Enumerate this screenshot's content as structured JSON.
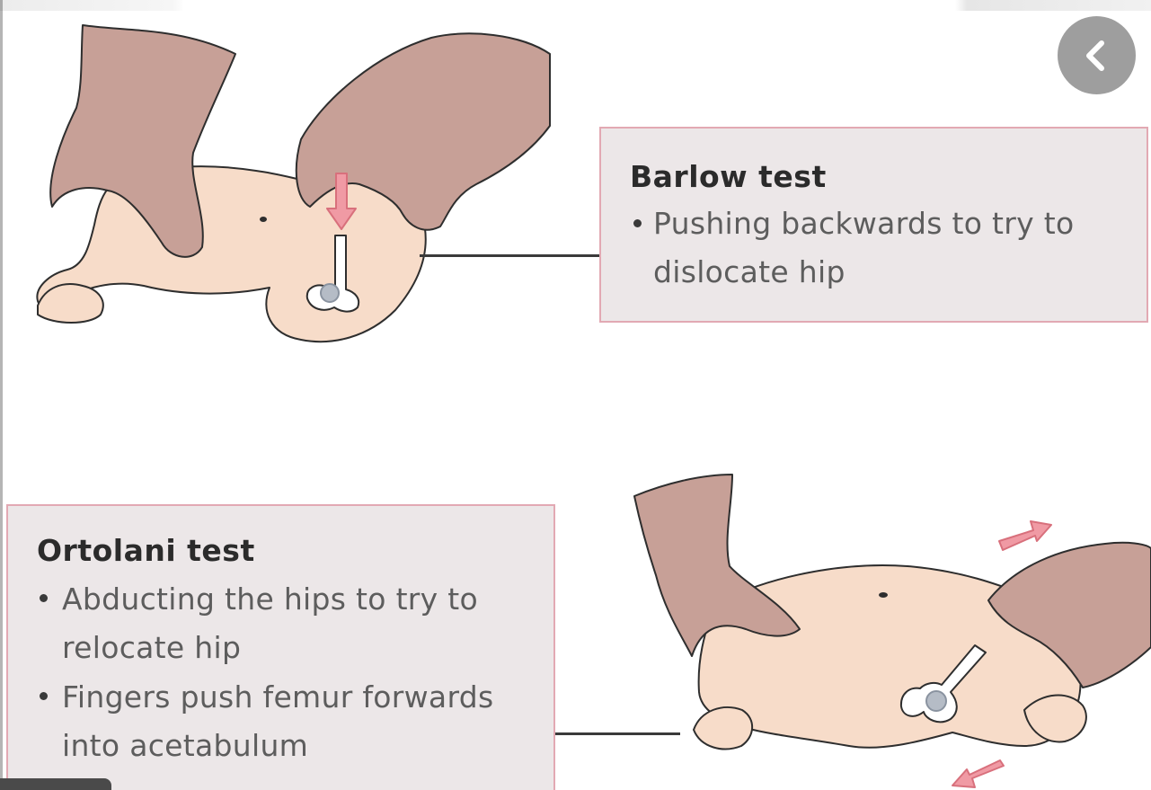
{
  "barlow": {
    "title": "Barlow test",
    "lines": [
      "Pushing backwards to try to",
      "dislocate hip"
    ]
  },
  "ortolani": {
    "title": "Ortolani test",
    "lines": [
      "Abducting the hips to try to",
      "relocate hip",
      "Fingers push femur forwards",
      "into acetabulum"
    ]
  },
  "colors": {
    "skin": "#f7dcc9",
    "hand": "#c7a097",
    "box_fill": "#ece7e8",
    "box_border": "#e2a9b3",
    "arrow": "#f09aa4",
    "bone": "#ffffff",
    "joint": "#b5bcc6"
  },
  "icons": {
    "back": "chevron-left-icon"
  }
}
